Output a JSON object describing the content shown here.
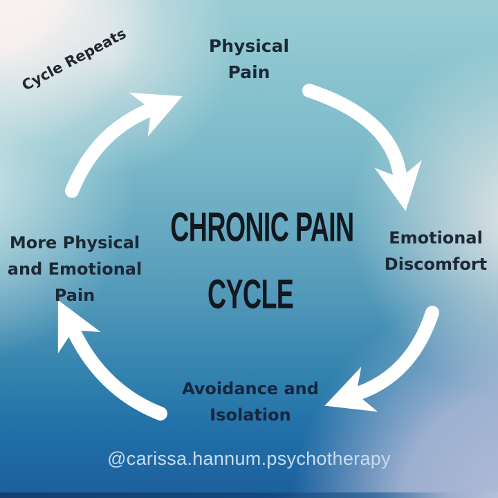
{
  "page": {
    "title": {
      "line1": "CHRONIC PAIN",
      "line2": "CYCLE"
    },
    "cycle_repeats_label": "Cycle Repeats",
    "stages": {
      "top": {
        "line1": "Physical",
        "line2": "Pain"
      },
      "right": {
        "line1": "Emotional",
        "line2": "Discomfort"
      },
      "bottom": {
        "line1": "Avoidance and",
        "line2": "Isolation"
      },
      "left": {
        "line1": "More Physical",
        "line2": "and Emotional",
        "line3": "Pain"
      }
    },
    "watermark": "@carissa.hannum.psychotherapy",
    "icons": {
      "arrow_top_left": "curved-arrow-up-right-icon",
      "arrow_top_right": "curved-arrow-down-right-icon",
      "arrow_bottom_right": "curved-arrow-down-left-icon",
      "arrow_bottom_left": "curved-arrow-up-left-icon"
    },
    "colors": {
      "arrow": "#ffffff",
      "title_text": "#13171e",
      "label_text": "#1d2836",
      "watermark_text": "#c9dcee",
      "bg_top_left": "#fbf3f1",
      "bg_top_right": "#8fc8d2",
      "bg_center": "#6fb0c5",
      "bg_bottom_left": "#1e69a9",
      "bg_bottom_right": "#b2bcd7",
      "bg_bottom_strip": "#134a80"
    }
  }
}
